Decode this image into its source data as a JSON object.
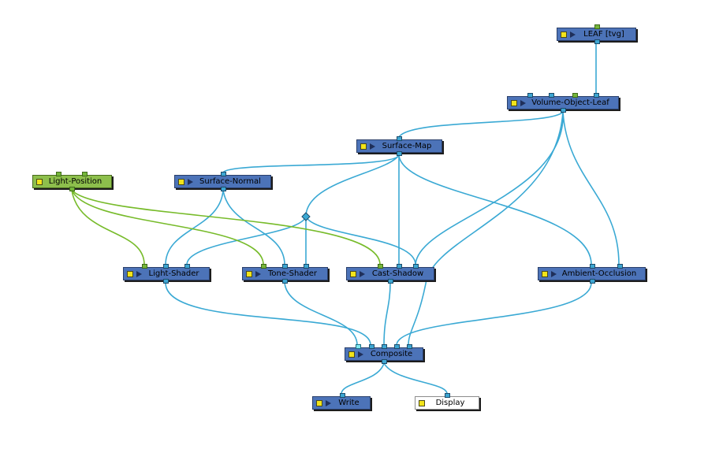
{
  "nodes": {
    "leaf": {
      "label": "LEAF  [tvg]"
    },
    "volume_object_leaf": {
      "label": "Volume-Object-Leaf"
    },
    "surface_map": {
      "label": "Surface-Map"
    },
    "surface_normal": {
      "label": "Surface-Normal"
    },
    "light_position": {
      "label": "Light-Position"
    },
    "light_shader": {
      "label": "Light-Shader"
    },
    "tone_shader": {
      "label": "Tone-Shader"
    },
    "cast_shadow": {
      "label": "Cast-Shadow"
    },
    "ambient_occlusion": {
      "label": "Ambient-Occlusion"
    },
    "composite": {
      "label": "Composite"
    },
    "write": {
      "label": "Write"
    },
    "display": {
      "label": "Display"
    }
  },
  "colors": {
    "node_blue": "#4c73b8",
    "node_green": "#8dbf4c",
    "node_white": "#ffffff",
    "wire_blue": "#3aa9d4",
    "wire_green": "#77bb2a",
    "enable_yellow": "#f2e41a"
  }
}
